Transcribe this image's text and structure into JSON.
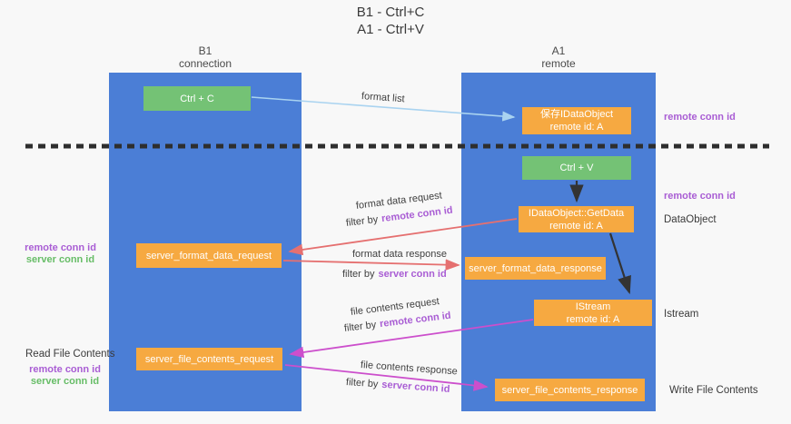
{
  "title": {
    "line1": "B1 - Ctrl+C",
    "line2": "A1 - Ctrl+V"
  },
  "lanes": {
    "left": {
      "title": "B1",
      "subtitle": "connection"
    },
    "right": {
      "title": "A1",
      "subtitle": "remote"
    }
  },
  "nodes": {
    "ctrl_c": {
      "label": "Ctrl + C"
    },
    "ctrl_v": {
      "label": "Ctrl + V"
    },
    "saved_dataobject": {
      "line1": "保存IDataObject",
      "line2": "remote id: A"
    },
    "getdata": {
      "line1": "IDataObject::GetData",
      "line2": "remote id: A"
    },
    "istream": {
      "line1": "IStream",
      "line2": "remote id: A"
    },
    "format_request": {
      "label": "server_format_data_request"
    },
    "format_response": {
      "label": "server_format_data_response"
    },
    "file_request": {
      "label": "server_file_contents_request"
    },
    "file_response": {
      "label": "server_file_contents_response"
    }
  },
  "flow_labels": {
    "format_list": "format list",
    "format_data_request": "format data request",
    "format_data_response": "format data response",
    "file_contents_request": "file contents request",
    "file_contents_response": "file contents response",
    "filter_by": "filter by",
    "remote_conn_id": "remote conn id",
    "server_conn_id": "server conn id"
  },
  "margin_labels": {
    "left": {
      "top_remote": "remote conn id",
      "top_server": "server conn id",
      "read_file": "Read File Contents",
      "bottom_remote": "remote conn id",
      "bottom_server": "server conn id"
    },
    "right": {
      "remote_top": "remote conn id",
      "remote_mid": "remote conn id",
      "dataobject": "DataObject",
      "istream": "Istream",
      "write_file": "Write File Contents"
    }
  },
  "colors": {
    "lane_blue": "#4b7ed6",
    "node_green": "#74c275",
    "node_orange": "#f6a941",
    "purple_text": "#a95dd4",
    "green_text": "#67bd67",
    "arrow_red": "#e57070",
    "arrow_magenta": "#cc4fcc",
    "arrow_lightblue": "#a9d3f0",
    "arrow_black": "#333333",
    "divider_black": "#2e2e2e"
  }
}
